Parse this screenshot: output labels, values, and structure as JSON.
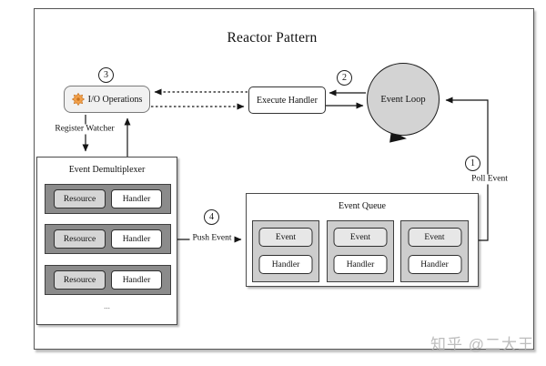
{
  "title": "Reactor Pattern",
  "watermark": "知乎 @二大王",
  "colors": {
    "icon_orange": "#F2A14B",
    "icon_orange_dark": "#C9731F",
    "event_loop_gray": "#D3D3D3",
    "demux_row_gray": "#8B8B8B",
    "queue_slot_gray": "#CDCDCD",
    "line_black": "#151515"
  },
  "badges": {
    "poll": "1",
    "execute": "2",
    "io": "3",
    "push": "4"
  },
  "nodes": {
    "io_operations": {
      "label": "I/O Operations",
      "icon": "gear-icon"
    },
    "execute_handler": {
      "label": "Execute Handler"
    },
    "event_loop": {
      "label": "Event Loop"
    },
    "event_demultiplexer": {
      "title": "Event Demultiplexer",
      "rows": [
        {
          "resource": "Resource",
          "handler": "Handler"
        },
        {
          "resource": "Resource",
          "handler": "Handler"
        },
        {
          "resource": "Resource",
          "handler": "Handler"
        }
      ],
      "ellipsis": "..."
    },
    "event_queue": {
      "title": "Event Queue",
      "slots": [
        {
          "event": "Event",
          "handler": "Handler"
        },
        {
          "event": "Event",
          "handler": "Handler"
        },
        {
          "event": "Event",
          "handler": "Handler"
        }
      ]
    }
  },
  "edge_labels": {
    "register_watcher": "Register Watcher",
    "poll_event": "Poll Event",
    "push_event": "Push Event"
  }
}
